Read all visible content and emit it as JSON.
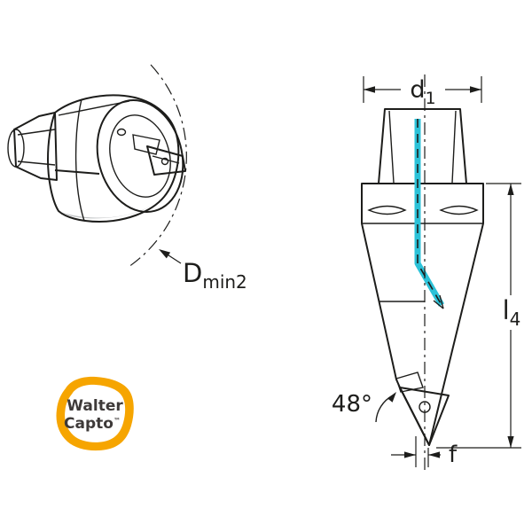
{
  "labels": {
    "d1": {
      "main": "d",
      "sub": "1"
    },
    "dmin2": {
      "main": "D",
      "sub": "min2"
    },
    "l4": {
      "main": "l",
      "sub": "4"
    },
    "f": "f",
    "angle": "48°"
  },
  "logo": {
    "line1": "Walter",
    "line2": "Capto",
    "tm": "™"
  },
  "colors": {
    "body_gray": "#d3d5d7",
    "body_gray_mid": "#c6c8ca",
    "body_gray_dark": "#aeb0b2",
    "insert_gold": "#f1c14b",
    "coolant_cyan": "#2cc2d8",
    "logo_orange": "#f6a500",
    "line_black": "#1d1d1b",
    "white": "#ffffff"
  }
}
